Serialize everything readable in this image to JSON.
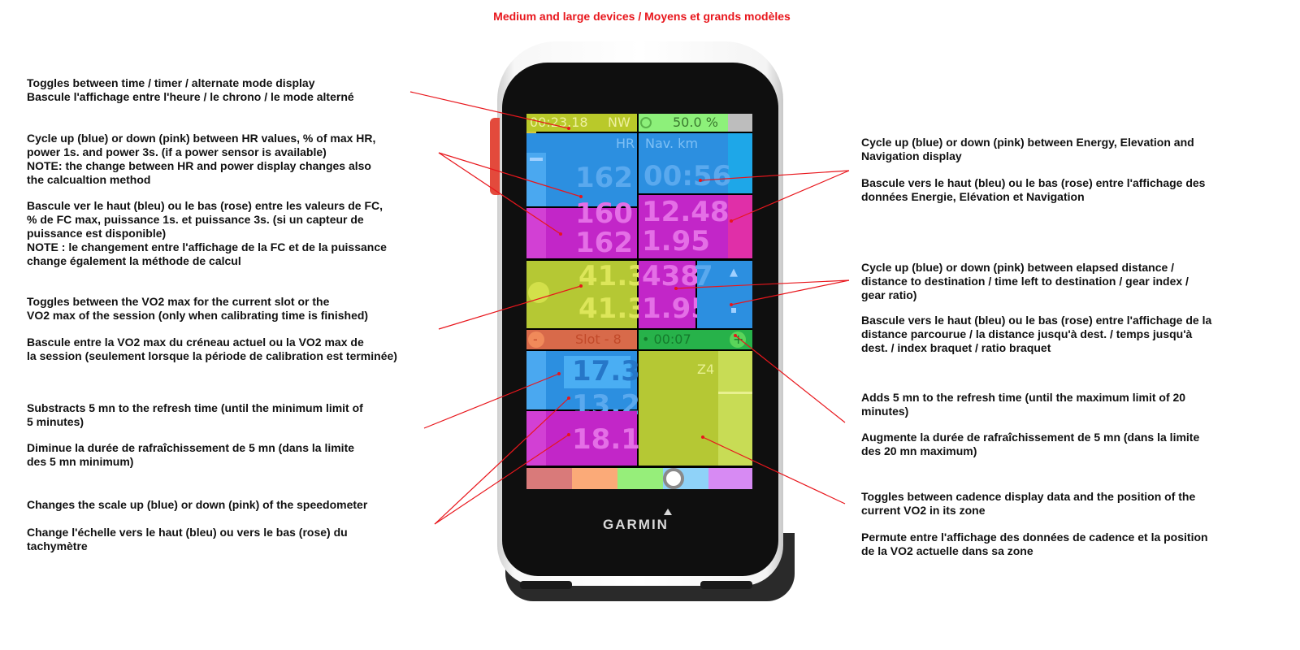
{
  "title": "Medium and large devices / Moyens et grands modèles",
  "notes": {
    "time_toggle": "Toggles between time / timer / alternate mode display\nBascule l'affichage entre l'heure / le chrono / le mode alterné",
    "hr_cycle_en": "Cycle up (blue) or down (pink) between HR values, % of max HR,\npower 1s. and power 3s. (if a power sensor is available)\nNOTE: the change between HR and power display changes also\nthe calcualtion method",
    "hr_cycle_fr": "Bascule ver le haut (bleu) ou le bas (rose) entre les valeurs de FC,\n% de FC max, puissance 1s. et puissance 3s. (si un capteur de\npuissance est disponible)\nNOTE : le changement entre l'affichage de la FC et de la puissance\nchange également la méthode de calcul",
    "vo2_en": "Toggles between the VO2 max for the current slot or the\nVO2 max of the session (only when calibrating time is finished)",
    "vo2_fr": "Bascule entre la VO2 max du créneau actuel ou la VO2 max de\nla session (seulement lorsque la période de calibration est terminée)",
    "sub_en": "Substracts 5 mn to the refresh time (until the minimum limit of\n5 minutes)",
    "sub_fr": "Diminue la durée de rafraîchissement de 5 mn (dans la limite\ndes 5 mn minimum)",
    "scale_en": "Changes the scale up (blue) or down (pink) of the speedometer",
    "scale_fr": "Change l'échelle vers le haut (bleu) ou vers le bas (rose) du\ntachymètre",
    "energy_en": "Cycle up (blue) or down (pink) between Energy, Elevation and\nNavigation display",
    "energy_fr": "Bascule vers le haut (bleu) ou le bas (rose) entre l'affichage des\ndonnées Energie, Elévation et Navigation",
    "dist_en": "Cycle up (blue) or down (pink) between  elapsed distance /\ndistance to destination / time left to destination / gear index /\ngear ratio)",
    "dist_fr": "Bascule vers le haut (bleu) ou le bas (rose) entre l'affichage de la\ndistance parcourue / la distance jusqu'à dest. / temps jusqu'à\ndest. / index braquet / ratio braquet",
    "add_en": "Adds 5 mn to the refresh time (until the maximum limit of 20\nminutes)",
    "add_fr": "Augmente la durée de rafraîchissement de 5 mn (dans la limite\ndes 20 mn maximum)",
    "cad_en": "Toggles between cadence display data and the position of the\ncurrent VO2 in its zone",
    "cad_fr": "Permute entre l'affichage des données de cadence et la position\nde la VO2 actuelle dans sa zone"
  },
  "device": {
    "brand": "GARMIN",
    "time": "00:23.18",
    "heading": "NW",
    "battery": "50.0 %",
    "hr_label": "HR",
    "hr_val1": "162",
    "hr_val2": "160",
    "hr_val3": "162",
    "nav_label": "Nav. km",
    "nav_val1": "00:56",
    "nav_val2": "12.48",
    "nav_val3": "1.95",
    "vo2_val1": "41.3",
    "vo2_val2": "41.3",
    "dist_val1": "438",
    "dist_val2": "7",
    "dist_val3": "1.95",
    "minus": "-",
    "slot": "Slot - 8",
    "refresh": "• 00:07",
    "plus": "+",
    "speed_val1": "17.3",
    "speed_val2": "13.2",
    "speed_val3": "18.1",
    "zone": "Z4"
  },
  "colors": {
    "annotation": "#e8161c",
    "blue": "#2c8fe0",
    "magenta": "#c226c8",
    "lime": "#b5c834"
  }
}
